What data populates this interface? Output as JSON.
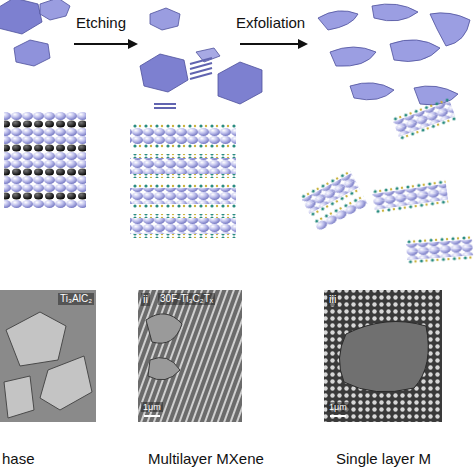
{
  "diagram": {
    "labels": [
      "Etching",
      "Exfoliation",
      "Ti₃AlC₂",
      "ii",
      "30F-Ti₃C₂Tₓ",
      "1μm",
      "iii",
      "1μm",
      "hase",
      "Multilayer MXene",
      "Single layer M"
    ]
  }
}
